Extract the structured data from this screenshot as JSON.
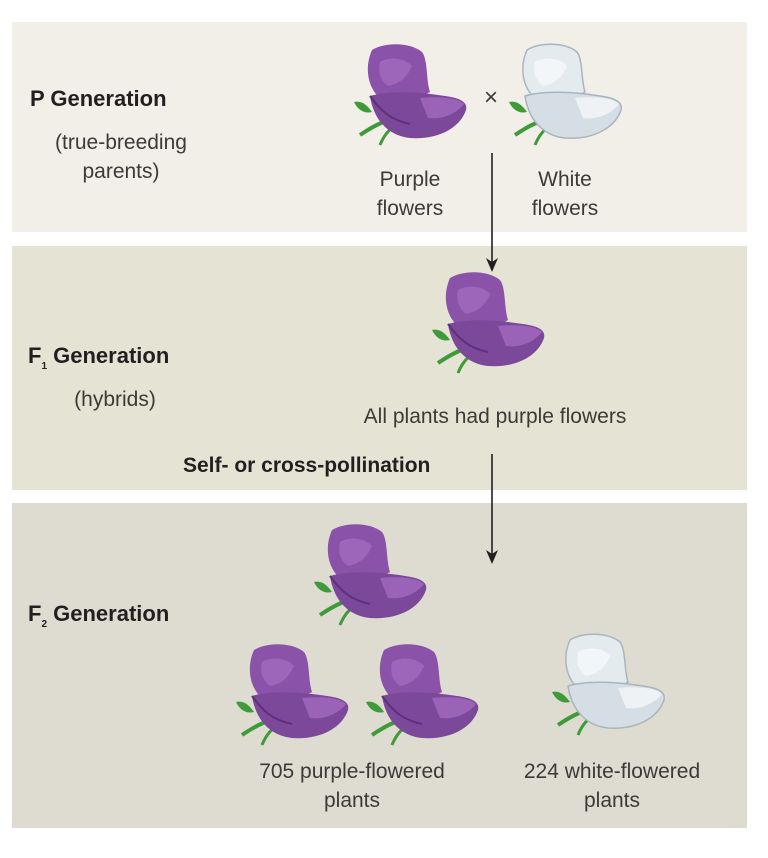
{
  "p_generation": {
    "title": "P Generation",
    "note_line1": "(true-breeding",
    "note_line2": "parents)",
    "cross_symbol": "×",
    "left_caption_line1": "Purple",
    "left_caption_line2": "flowers",
    "right_caption_line1": "White",
    "right_caption_line2": "flowers"
  },
  "f1_generation": {
    "title_prefix": "F",
    "title_subscript": "1",
    "title_suffix": " Generation",
    "note": "(hybrids)",
    "caption": "All plants had purple flowers",
    "pollination_label": "Self- or cross-pollination"
  },
  "f2_generation": {
    "title_prefix": "F",
    "title_subscript": "2",
    "title_suffix": " Generation",
    "purple_caption_line1": "705 purple-flowered",
    "purple_caption_line2": "plants",
    "white_caption_line1": "224 white-flowered",
    "white_caption_line2": "plants"
  },
  "colors": {
    "purple_petal": "#8a52a8",
    "purple_dark": "#5e2f7a",
    "white_petal": "#e4ebef",
    "white_dark": "#a9b5bd",
    "leaf_green": "#3f9a3a",
    "arrow": "#231f20"
  }
}
